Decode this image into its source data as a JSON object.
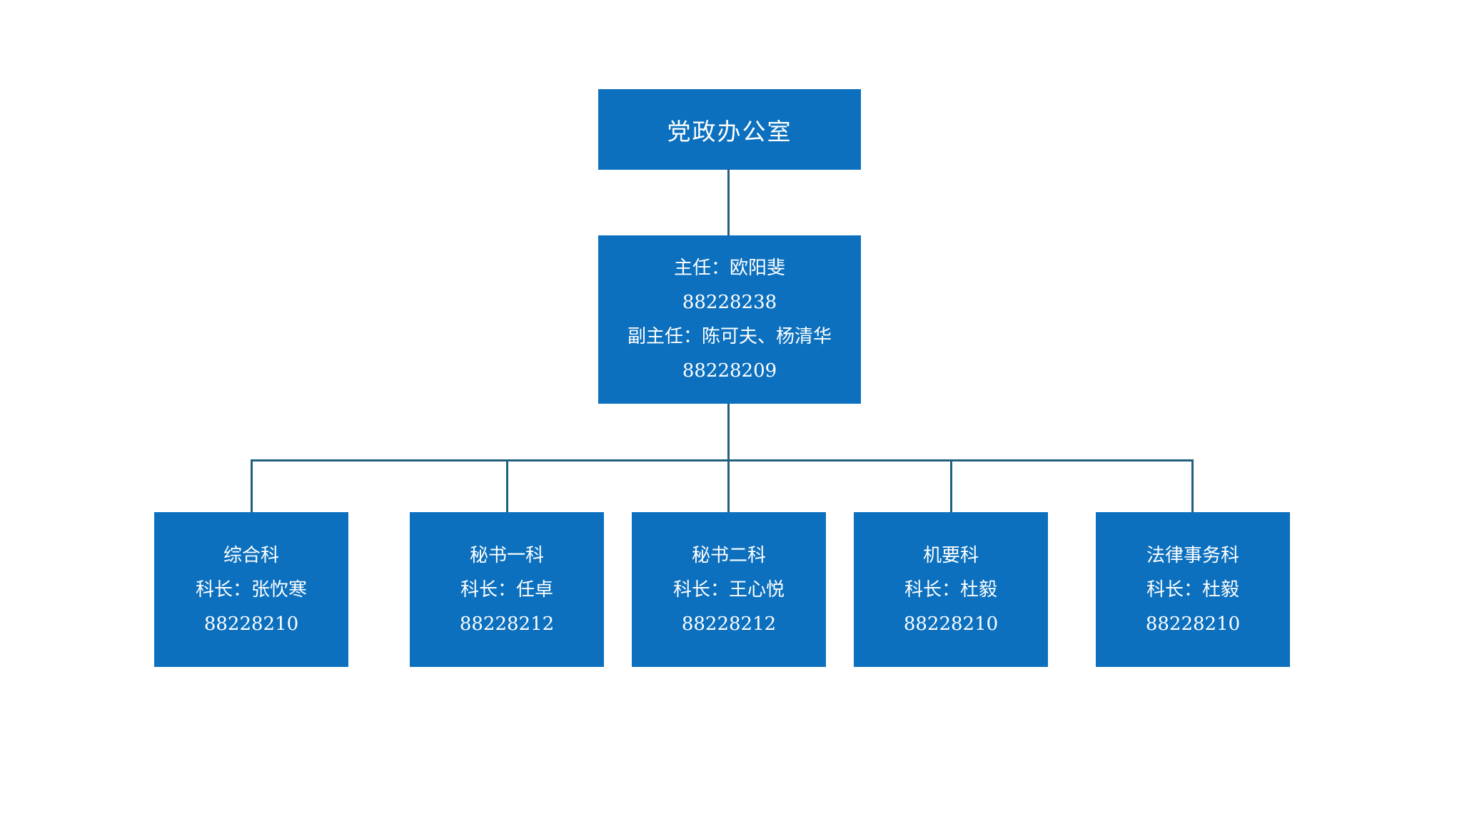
{
  "chart": {
    "type": "org-chart",
    "root": {
      "title": "党政办公室"
    },
    "director_box": {
      "lines": [
        "主任：欧阳斐",
        "88228238",
        "副主任：陈可夫、杨清华",
        "88228209"
      ]
    },
    "departments": [
      {
        "name": "综合科",
        "head": "科长：张忺寒",
        "phone": "88228210"
      },
      {
        "name": "秘书一科",
        "head": "科长：任卓",
        "phone": "88228212"
      },
      {
        "name": "秘书二科",
        "head": "科长：王心悦",
        "phone": "88228212"
      },
      {
        "name": "机要科",
        "head": "科长：杜毅",
        "phone": "88228210"
      },
      {
        "name": "法律事务科",
        "head": "科长：杜毅",
        "phone": "88228210"
      }
    ],
    "colors": {
      "box_fill": "#0c70be",
      "connector_line": "#21607e",
      "text": "#ffffff",
      "background": "#ffffff"
    }
  }
}
